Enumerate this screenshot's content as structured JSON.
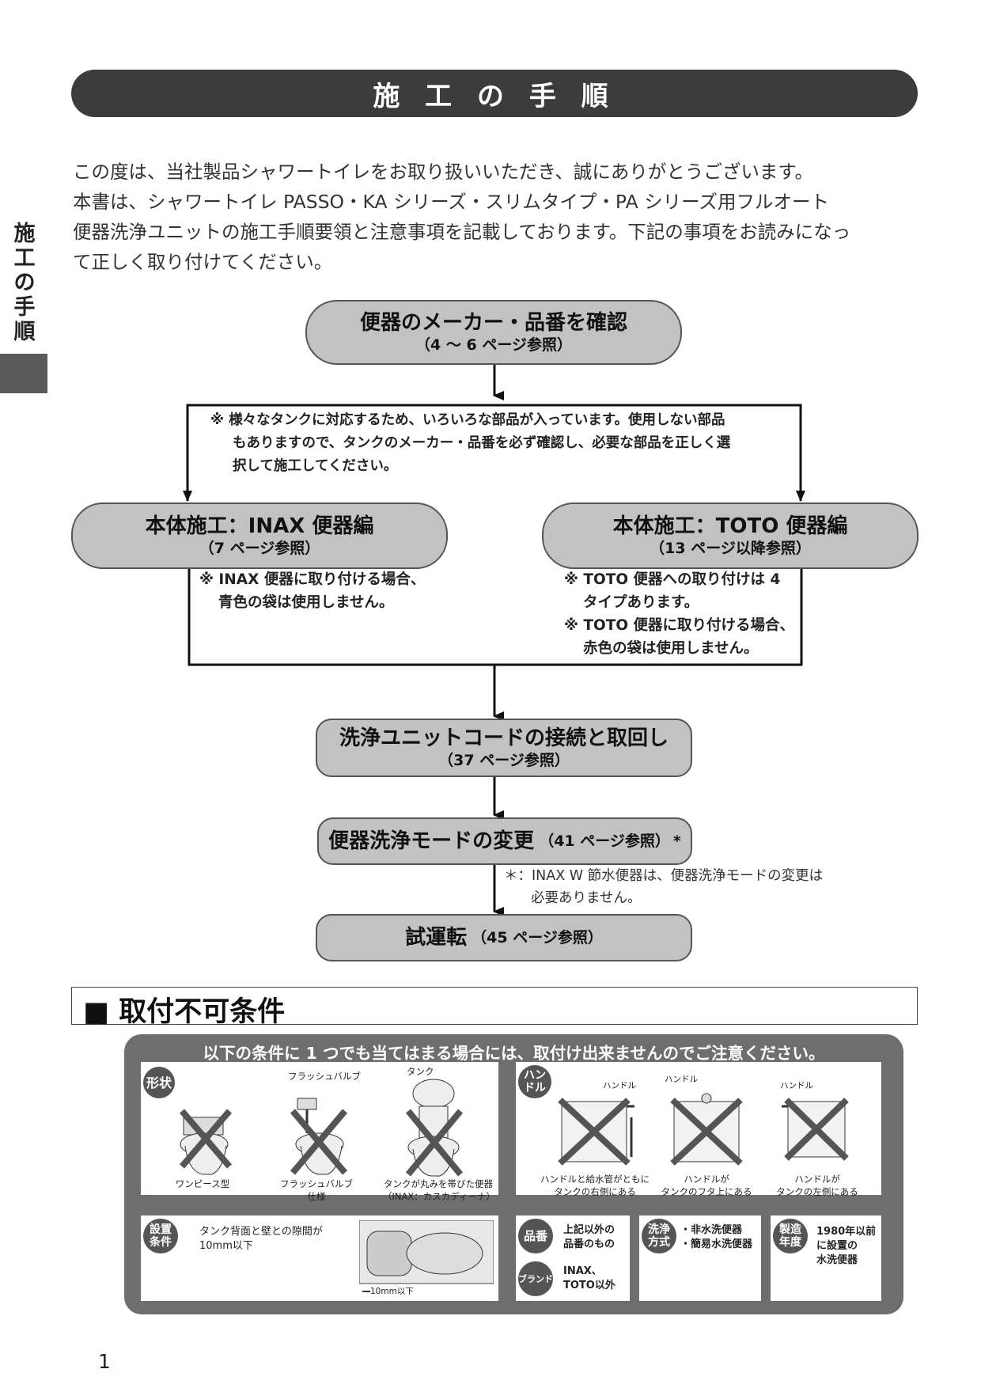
{
  "header": {
    "title": "施 工 の 手 順"
  },
  "side_tab": {
    "label": [
      "施",
      "工",
      "の",
      "手",
      "順"
    ]
  },
  "intro": {
    "lines": [
      "この度は、当社製品シャワートイレをお取り扱いいただき、誠にありがとうございます。",
      "本書は、シャワートイレ PASSO・KA シリーズ・スリムタイプ・PA シリーズ用フルオート",
      "便器洗浄ユニットの施工手順要領と注意事項を記載しております。下記の事項をお読みになっ",
      "て正しく取り付けてください。"
    ]
  },
  "flow": {
    "step1": {
      "title": "便器のメーカー・品番を確認",
      "ref": "（4 ～ 6 ページ参照）"
    },
    "warning": [
      "※ 様々なタンクに対応するため、いろいろな部品が入っています。使用しない部品",
      "もありますので、タンクのメーカー・品番を必ず確認し、必要な部品を正しく選",
      "択して施工してください。"
    ],
    "inax": {
      "title": "本体施工：INAX 便器編",
      "ref": "（7 ページ参照）",
      "note": [
        "※ INAX 便器に取り付ける場合、",
        "青色の袋は使用しません。"
      ]
    },
    "toto": {
      "title": "本体施工：TOTO 便器編",
      "ref": "（13 ページ以降参照）",
      "note": [
        "※ TOTO 便器への取り付けは 4",
        "タイプあります。",
        "※ TOTO 便器に取り付ける場合、",
        "赤色の袋は使用しません。"
      ]
    },
    "step3": {
      "title": "洗浄ユニットコードの接続と取回し",
      "ref": "（37 ページ参照）"
    },
    "step4": {
      "title": "便器洗浄モードの変更",
      "ref": "（41 ページ参照）",
      "mark": "*"
    },
    "step4_note": [
      "＊：INAX W 節水便器は、便器洗浄モードの変更は",
      "必要ありません。"
    ],
    "step5": {
      "title": "試運転",
      "ref": "（45 ページ参照）"
    }
  },
  "conditions": {
    "heading": "■ 取付不可条件",
    "banner": "以下の条件に 1 つでも当てはまる場合には、取付け出来ませんのでご注意ください。",
    "shape": {
      "tag": "形状",
      "items": [
        {
          "callout": "",
          "caption": [
            "ワンピース型"
          ]
        },
        {
          "callout": "フラッシュバルブ",
          "caption": [
            "フラッシュバルブ",
            "仕様"
          ]
        },
        {
          "callout": "タンク",
          "caption": [
            "タンクが丸みを帯びた便器",
            "（INAX：カスカディーナ）"
          ]
        }
      ]
    },
    "handle": {
      "tag": "ハン\nドル",
      "items": [
        {
          "callout": "ハンドル",
          "caption": [
            "ハンドルと給水管がともに",
            "タンクの右側にある"
          ]
        },
        {
          "callout": "ハンドル",
          "caption": [
            "ハンドルが",
            "タンクのフタ上にある"
          ]
        },
        {
          "callout": "ハンドル",
          "caption": [
            "ハンドルが",
            "タンクの左側にある"
          ]
        }
      ]
    },
    "install": {
      "tag": "設置\n条件",
      "text": [
        "タンク背面と壁との隙間が",
        "10mm以下"
      ],
      "dim": "10mm以下"
    },
    "model": {
      "tag": "品番",
      "text": [
        "上記以外の",
        "品番のもの"
      ]
    },
    "brand": {
      "tag": "ブランド",
      "text": [
        "INAX、",
        "TOTO以外"
      ]
    },
    "wash": {
      "tag": "洗浄\n方式",
      "text": [
        "・非水洗便器",
        "・簡易水洗便器"
      ]
    },
    "year": {
      "tag": "製造\n年度",
      "text": [
        "1980年以前",
        "に設置の",
        "水洗便器"
      ]
    }
  },
  "footer": {
    "page": "1"
  }
}
